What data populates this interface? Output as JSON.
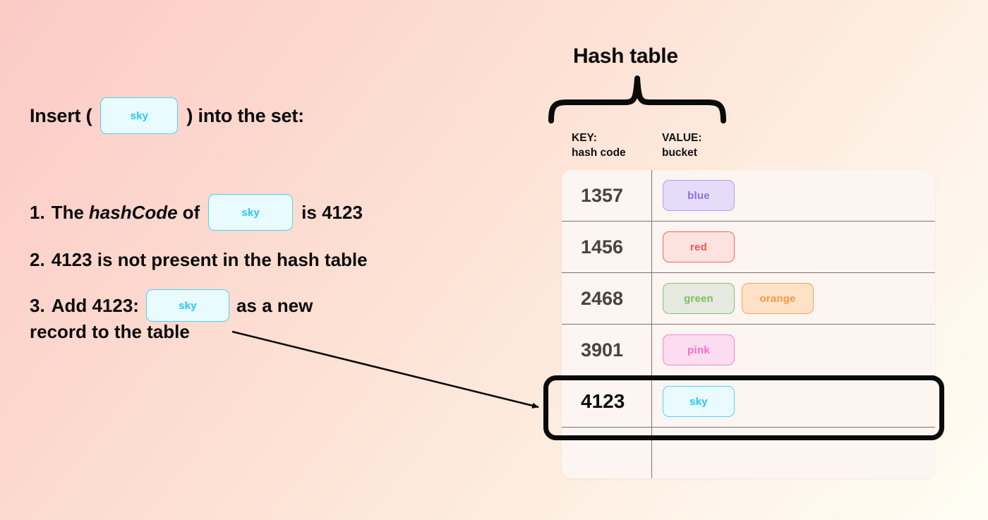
{
  "background": {
    "gradient_from": "#fbcbc6",
    "gradient_to": "#fffdf4"
  },
  "left_panel": {
    "headline": {
      "before": "Insert (",
      "chip": {
        "label": "sky",
        "color": "sky"
      },
      "after": ") into the set:"
    },
    "steps": [
      {
        "number": "1.",
        "text_before": "The",
        "emphasis": "hashCode",
        "text_mid": "of",
        "chip": {
          "label": "sky",
          "color": "sky"
        },
        "text_after": "is 4123"
      },
      {
        "number": "2.",
        "text": "4123 is not present in the hash table"
      },
      {
        "number": "3.",
        "text_before": "Add 4123:",
        "chip": {
          "label": "sky",
          "color": "sky"
        },
        "text_after": "as a new",
        "text_line2": "record to the table"
      }
    ]
  },
  "hash_table": {
    "title": "Hash table",
    "columns": [
      {
        "title": "KEY:",
        "subtitle": "hash code"
      },
      {
        "title": "VALUE:",
        "subtitle": "bucket"
      }
    ],
    "rows": [
      {
        "key": "1357",
        "buckets": [
          {
            "label": "blue",
            "color": "blue"
          }
        ],
        "highlighted": false
      },
      {
        "key": "1456",
        "buckets": [
          {
            "label": "red",
            "color": "red"
          }
        ],
        "highlighted": false
      },
      {
        "key": "2468",
        "buckets": [
          {
            "label": "green",
            "color": "green"
          },
          {
            "label": "orange",
            "color": "orange"
          }
        ],
        "highlighted": false
      },
      {
        "key": "3901",
        "buckets": [
          {
            "label": "pink",
            "color": "pink"
          }
        ],
        "highlighted": false
      },
      {
        "key": "4123",
        "buckets": [
          {
            "label": "sky",
            "color": "sky"
          }
        ],
        "highlighted": true
      },
      {
        "key": "",
        "buckets": [],
        "highlighted": false
      }
    ]
  },
  "chip_colors": {
    "sky": {
      "fill": "#e9fbff",
      "stroke": "#4cd4f7",
      "text": "#24c9f5"
    },
    "blue": {
      "fill": "#e4dcf8",
      "stroke": "#b29fe9",
      "text": "#8b72e2"
    },
    "red": {
      "fill": "#fde3e0",
      "stroke": "#f4635d",
      "text": "#f4554f"
    },
    "green": {
      "fill": "#e6e9e0",
      "stroke": "#84c46e",
      "text": "#7cc062"
    },
    "orange": {
      "fill": "#fde2c8",
      "stroke": "#f6a458",
      "text": "#f79a43"
    },
    "pink": {
      "fill": "#fbdcf0",
      "stroke": "#f686cb",
      "text": "#f56ec0"
    }
  },
  "annotations": {
    "arrow": {
      "from": "record to the table text",
      "to": "4123 row in hash table",
      "color": "#0a0a0a"
    },
    "highlight_box": {
      "target_row_key": "4123",
      "color": "#0a0a0a"
    },
    "brace": {
      "label": "Hash table",
      "color": "#0a0a0a"
    }
  }
}
